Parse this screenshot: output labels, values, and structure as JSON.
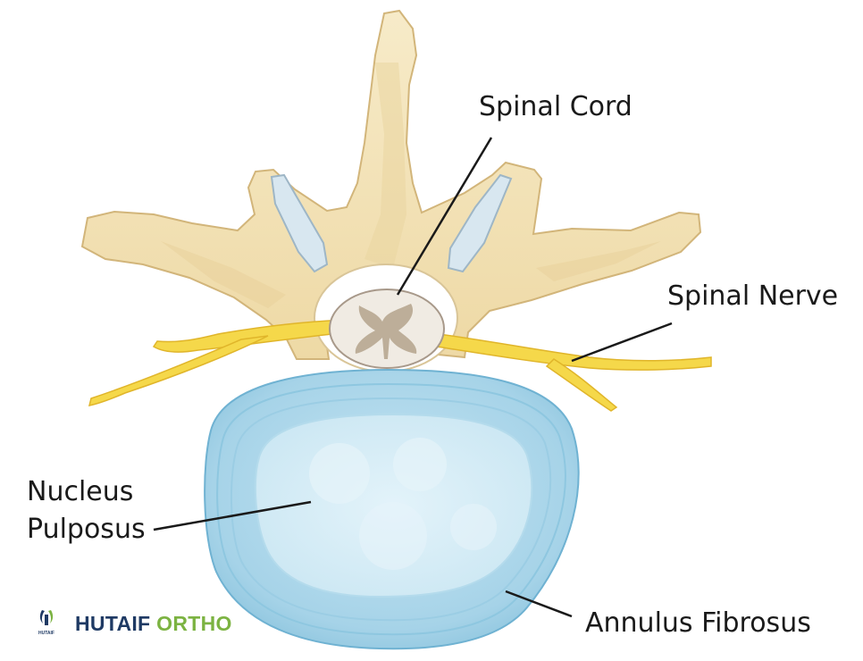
{
  "labels": {
    "spinal_cord": "Spinal Cord",
    "spinal_nerve": "Spinal Nerve",
    "nucleus_line1": "Nucleus",
    "nucleus_line2": "Pulposus",
    "annulus": "Annulus Fibrosus"
  },
  "brand": {
    "name_part1": "HUTAIF",
    "name_part2": "ORTHO",
    "logo_caption": "HUTAIF",
    "color_primary": "#1f3a64",
    "color_accent": "#7cb342"
  },
  "colors": {
    "bone": "#f4e3b6",
    "bone_shade": "#e2c98e",
    "cartilage": "#d3e2ec",
    "spinal_cord": "#f0ebe3",
    "gray_matter": "#b7a790",
    "nerve": "#f5d84a",
    "nerve_edge": "#e0b52a",
    "annulus": "#a9d6ea",
    "nucleus": "#d5ecf6"
  }
}
